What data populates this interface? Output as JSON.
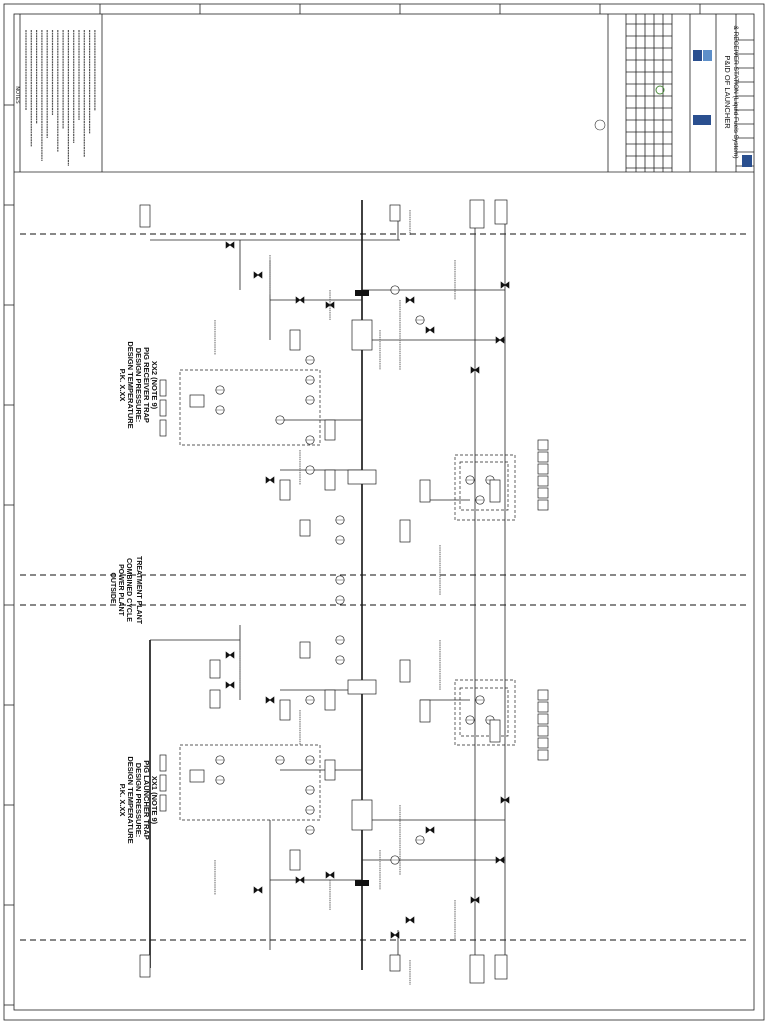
{
  "notes_title": "NOTES",
  "launcher_title": [
    "XX1 (NOTE 9)",
    "PIG LAUNCHER TRAP",
    "DESIGN PRESSURE:",
    "DESIGN TEMPERATURE",
    "P.K. X.XX"
  ],
  "receiver_title": [
    "XX2 (NOTE 9)",
    "PIG RECEIVER TRAP",
    "DESIGN PRESSURE:",
    "DESIGN TEMPERATURE",
    "P.K. X.XX"
  ],
  "boundary_outside": "OUTSIDE",
  "boundary_ccpp": [
    "COMBINED CYCLE",
    "POWER PLANT"
  ],
  "boundary_treatment": "TREATMENT PLANT",
  "drawing_title": [
    "P&ID OF LAUNCHER",
    "& RECEIVER STATION (Liquid Fuels System)"
  ],
  "colors": {
    "line": "#222222",
    "logo_blue": "#2a4f8f",
    "logo_light": "#5d8fc9",
    "logo_green": "#4a8a3a"
  }
}
